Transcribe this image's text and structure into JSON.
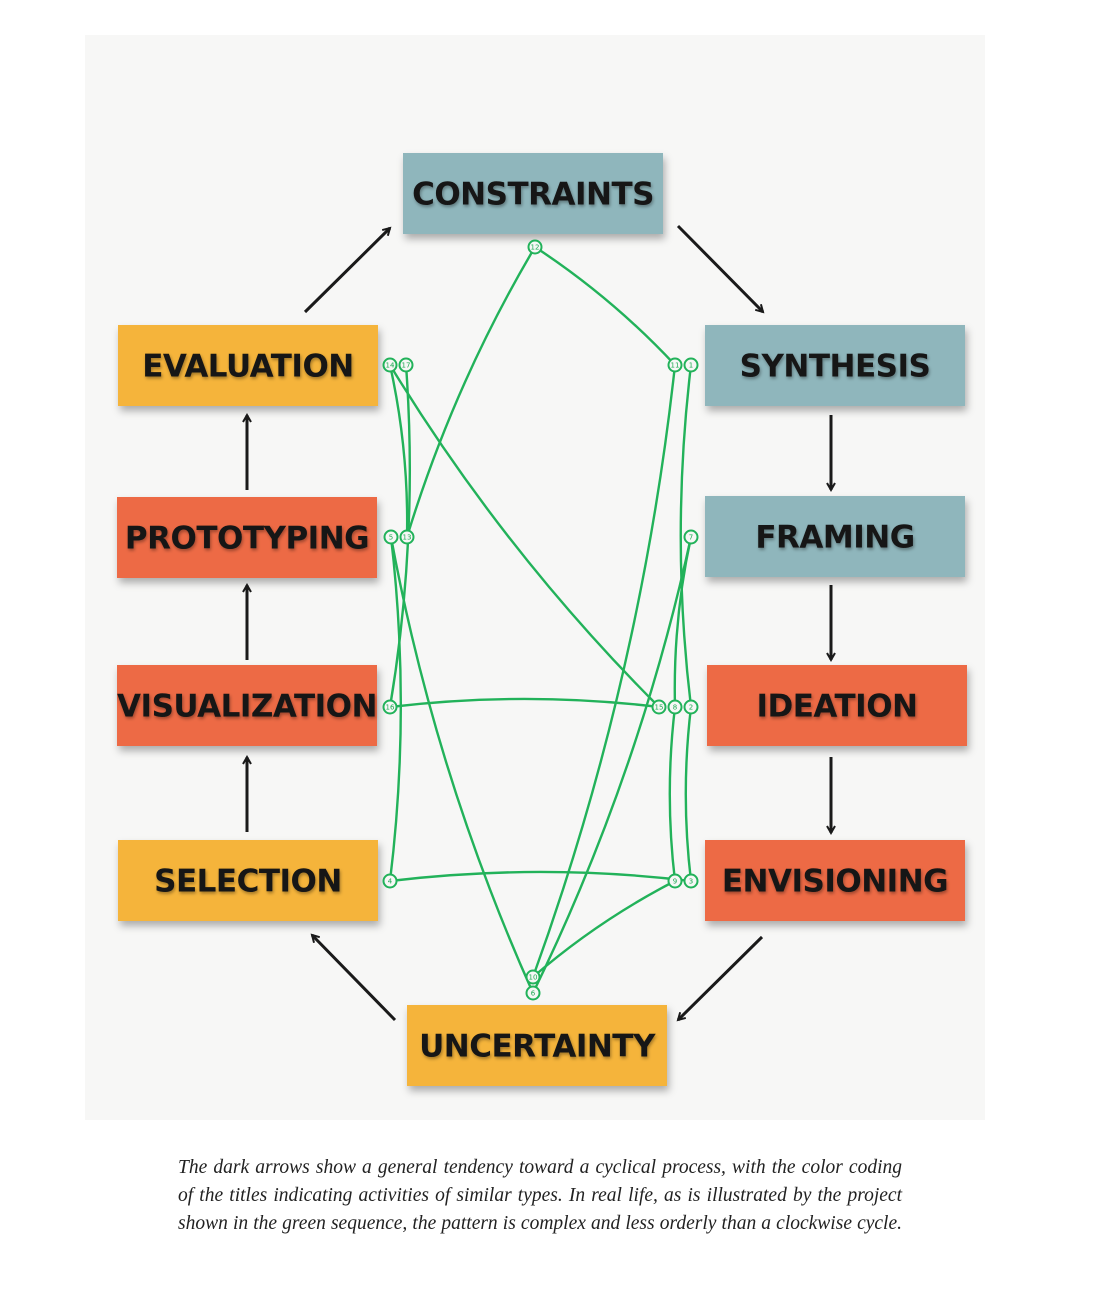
{
  "boxes": [
    {
      "id": "constraints",
      "label": "CONSTRAINTS",
      "type": "teal"
    },
    {
      "id": "synthesis",
      "label": "SYNTHESIS",
      "type": "teal"
    },
    {
      "id": "framing",
      "label": "FRAMING",
      "type": "teal"
    },
    {
      "id": "ideation",
      "label": "IDEATION",
      "type": "red"
    },
    {
      "id": "envisioning",
      "label": "ENVISIONING",
      "type": "red"
    },
    {
      "id": "uncertainty",
      "label": "UNCERTAINTY",
      "type": "orange"
    },
    {
      "id": "selection",
      "label": "SELECTION",
      "type": "orange"
    },
    {
      "id": "visualization",
      "label": "VISUALIZATION",
      "type": "red"
    },
    {
      "id": "prototyping",
      "label": "PROTOTYPING",
      "type": "red"
    },
    {
      "id": "evaluation",
      "label": "EVALUATION",
      "type": "orange"
    }
  ],
  "colors": {
    "teal": "#8fb6bc",
    "orange": "#f5b43a",
    "red": "#ed6a45",
    "sequence": "#22b25a",
    "arrow": "#1a1a1a"
  },
  "cycle": [
    "evaluation",
    "constraints",
    "synthesis",
    "framing",
    "ideation",
    "envisioning",
    "uncertainty",
    "selection",
    "visualization",
    "prototyping",
    "evaluation"
  ],
  "green_sequence": [
    {
      "step": "1",
      "box": "synthesis"
    },
    {
      "step": "2",
      "box": "ideation"
    },
    {
      "step": "3",
      "box": "envisioning"
    },
    {
      "step": "4",
      "box": "selection"
    },
    {
      "step": "5",
      "box": "prototyping"
    },
    {
      "step": "6",
      "box": "uncertainty"
    },
    {
      "step": "7",
      "box": "framing"
    },
    {
      "step": "8",
      "box": "ideation"
    },
    {
      "step": "9",
      "box": "envisioning"
    },
    {
      "step": "10",
      "box": "uncertainty"
    },
    {
      "step": "11",
      "box": "synthesis"
    },
    {
      "step": "12",
      "box": "constraints"
    },
    {
      "step": "13",
      "box": "prototyping"
    },
    {
      "step": "14",
      "box": "evaluation"
    },
    {
      "step": "15",
      "box": "ideation"
    },
    {
      "step": "16",
      "box": "visualization"
    },
    {
      "step": "17",
      "box": "evaluation"
    }
  ],
  "caption": "The dark arrows show a general tendency toward a cyclical process, with the color coding of the titles indicating activities of similar types. In real life, as is illustrated by the project shown in the green sequence, the pattern is complex and less orderly than a clockwise cycle."
}
